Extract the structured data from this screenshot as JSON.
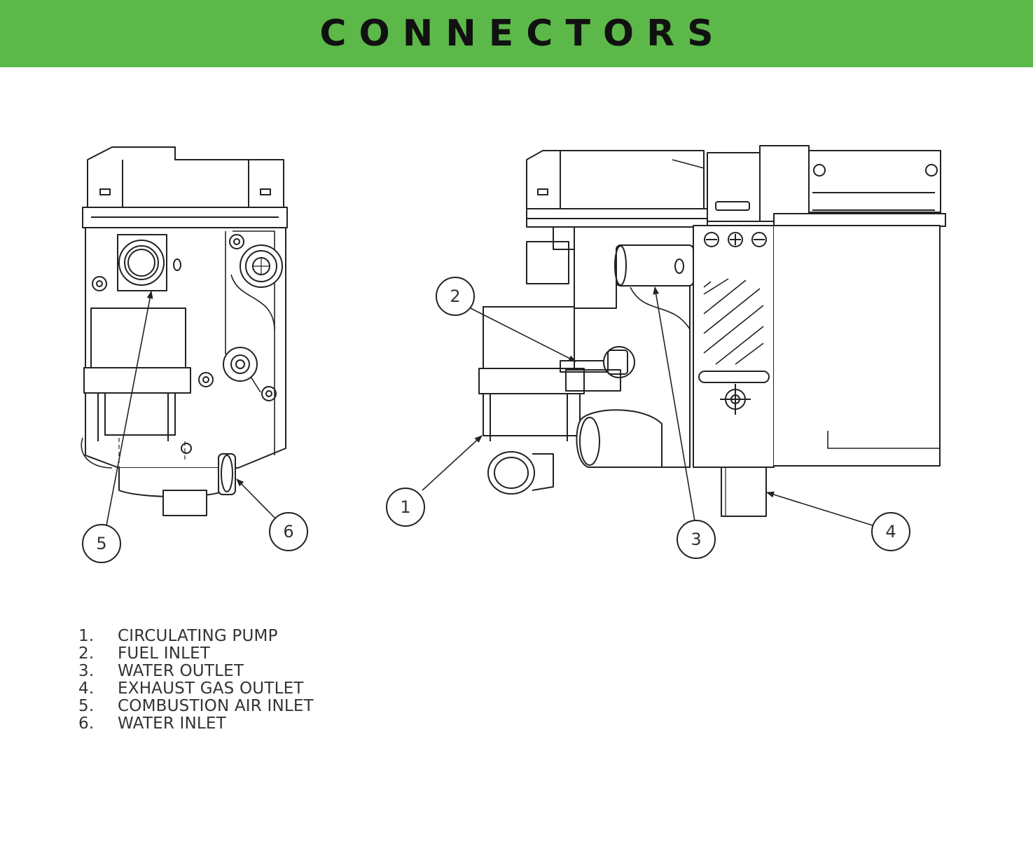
{
  "header": {
    "title": "CONNECTORS",
    "background": "#5cb949"
  },
  "callouts": [
    "1",
    "2",
    "3",
    "4",
    "5",
    "6"
  ],
  "legend": [
    {
      "num": "1.",
      "label": "CIRCULATING PUMP"
    },
    {
      "num": "2.",
      "label": "FUEL INLET"
    },
    {
      "num": "3.",
      "label": "WATER OUTLET"
    },
    {
      "num": "4.",
      "label": "EXHAUST GAS OUTLET"
    },
    {
      "num": "5.",
      "label": "COMBUSTION AIR INLET"
    },
    {
      "num": "6.",
      "label": "WATER INLET"
    }
  ]
}
